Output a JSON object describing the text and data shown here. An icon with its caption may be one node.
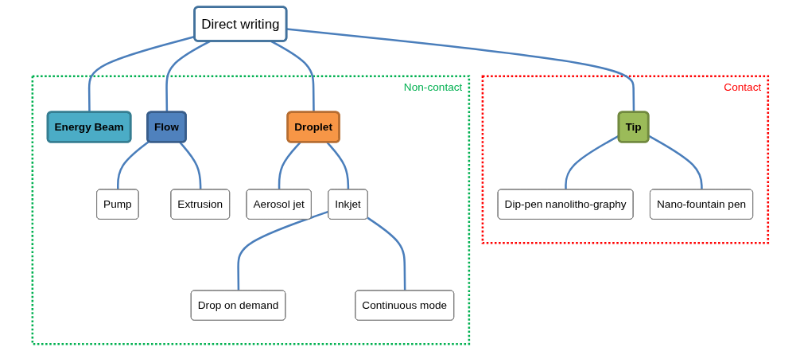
{
  "diagram": {
    "nodes": [
      {
        "text": [
          "Direct writing"
        ]
      },
      {
        "text": [
          "Contact"
        ]
      },
      {
        "text": [
          "Tip"
        ],
        "in": 1
      },
      {
        "text": [
          "Dip-pen nanolitho-graphy"
        ],
        "in": 1
      },
      {
        "text": [
          "Nano-fountain pen"
        ],
        "in": 1
      },
      {
        "text": [
          "Non-contact"
        ]
      },
      {
        "text": [
          "Energy Beam"
        ],
        "in": 5
      },
      {
        "text": [
          "Flow"
        ],
        "in": 5
      },
      {
        "text": [
          "Pump"
        ],
        "in": 5
      },
      {
        "text": [
          "Extrusion"
        ],
        "in": 5
      },
      {
        "text": [
          "Droplet"
        ],
        "in": 5
      },
      {
        "text": [
          "Aerosol jet"
        ],
        "in": 5
      },
      {
        "text": [
          "Inkjet"
        ],
        "in": 5
      },
      {
        "text": [
          "Drop on demand"
        ],
        "in": 5
      },
      {
        "text": [
          "Continuous mode"
        ],
        "in": 5
      }
    ],
    "edges": [
      {
        "from": 0,
        "to": 2,
        "arrow": "none"
      },
      {
        "from": 0,
        "to": 6,
        "arrow": "none"
      },
      {
        "from": 0,
        "to": 7,
        "arrow": "none"
      },
      {
        "from": 0,
        "to": 10,
        "arrow": "none"
      },
      {
        "from": 2,
        "to": 3,
        "arrow": "none"
      },
      {
        "from": 2,
        "to": 4,
        "arrow": "none"
      },
      {
        "from": 7,
        "to": 8,
        "arrow": "none"
      },
      {
        "from": 7,
        "to": 9,
        "arrow": "none"
      },
      {
        "from": 10,
        "to": 11,
        "arrow": "none"
      },
      {
        "from": 10,
        "to": 12,
        "arrow": "none"
      },
      {
        "from": 12,
        "to": 13,
        "arrow": "none"
      },
      {
        "from": 12,
        "to": 14,
        "arrow": "none"
      }
    ]
  }
}
